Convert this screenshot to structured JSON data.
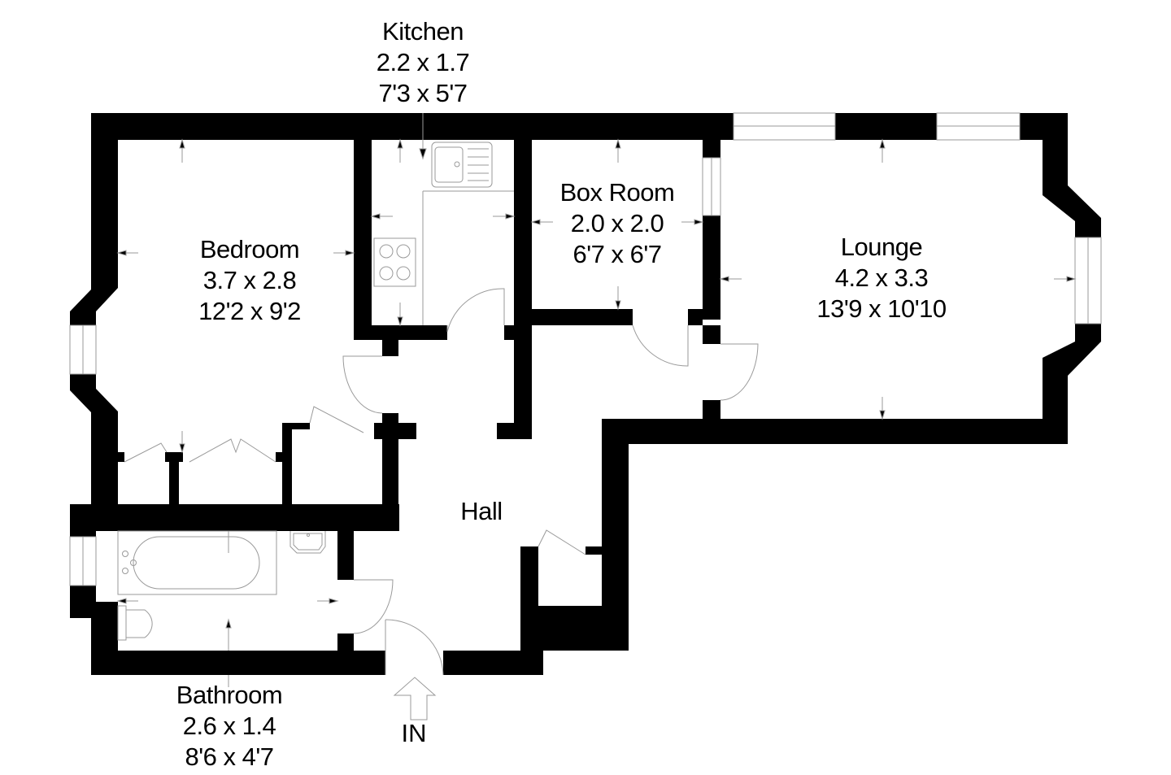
{
  "plan": {
    "type": "floor plan",
    "wall_color": "#000000",
    "fixture_color": "#9a9a9a",
    "background": "#ffffff",
    "rooms": [
      {
        "name": "Kitchen",
        "metric": "2.2 x 1.7",
        "imperial": "7'3 x 5'7"
      },
      {
        "name": "Bedroom",
        "metric": "3.7 x 2.8",
        "imperial": "12'2 x 9'2"
      },
      {
        "name": "Box Room",
        "metric": "2.0 x 2.0",
        "imperial": "6'7 x 6'7"
      },
      {
        "name": "Lounge",
        "metric": "4.2 x 3.3",
        "imperial": "13'9 x 10'10"
      },
      {
        "name": "Hall"
      },
      {
        "name": "Bathroom",
        "metric": "2.6 x 1.4",
        "imperial": "8'6 x 4'7"
      }
    ],
    "entrance": {
      "label": "IN",
      "icon": "arrow-up-icon"
    },
    "fixtures": [
      "sink",
      "hob",
      "bath",
      "basin",
      "toilet",
      "wardrobes",
      "cupboards"
    ]
  }
}
